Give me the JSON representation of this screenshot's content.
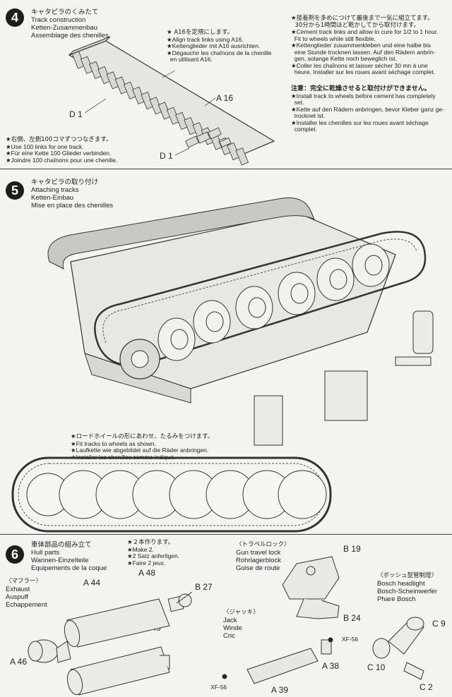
{
  "step4": {
    "number": "4",
    "title_jp": "キャタピラのくみたて",
    "title_en": "Track construction",
    "title_de": "Ketten-Zusammenbau",
    "title_fr": "Assemblage des chenilles",
    "note_a16": [
      "★ A16を定規にします。",
      "★Align track links using A16.",
      "★Kettenglieder mit A16 ausrichten.",
      "★Dégauchir les chaînons de la chenille",
      "  en utilisant A16."
    ],
    "note_right": [
      "★接着剤を多めにつけて最後まで一気に組立てます。",
      "  30分から1時間ほど乾かしてから取付けます。",
      "★Cement track links and allow to cure for 1/2 to 1 hour.",
      "  Fit to wheels while still flexible.",
      "★Kettenglieder zusammenkleben und eine halbe bis",
      "  eine Stunde trocknen lassen. Auf den Rädern anbrin-",
      "  gen, solange Kette noch beweglich ist.",
      "★Coller les chaînons et laisser sécher 30 mn à une",
      "  heure. Installer sur les roues avant séchage complet."
    ],
    "caution_title": "注意：完全に乾燥させると取付けができません。",
    "caution": [
      "★Install track to wheels before cement has completely",
      "  set.",
      "★Kette auf den Rädern anbringen, bevor Kleber ganz ge-",
      "  trocknet ist.",
      "★Installer les chenilles sur les roues avant séchage",
      "  complet."
    ],
    "note_links": [
      "★右側、左側100コマずつつなぎます。",
      "★Use 100 links for one track.",
      "★Für eine Kette 100 Glieder verbinden.",
      "★Joindre 100 chaînons pour une chenille."
    ],
    "labels": {
      "d1_left": "D 1",
      "a16": "A 16",
      "d1_bottom": "D 1"
    }
  },
  "step5": {
    "number": "5",
    "title_jp": "キャタピラの取り付け",
    "title_en": "Attaching tracks",
    "title_de": "Ketten-Einbau",
    "title_fr": "Mise en place des chenilles",
    "note": [
      "★ロードホイールの形にあわせ、たるみをつけます。",
      "★Fit tracks to wheels as shown.",
      "★Laufkette wie abgebildet auf die Räder anbringen.",
      "★Installer les chenilles comme indiqué."
    ]
  },
  "step6": {
    "number": "6",
    "title_jp": "車体部品の組み立て",
    "title_en": "Hull parts",
    "title_de": "Wannen-Einzelteile",
    "title_fr": "Equipements de la coque",
    "make2": [
      "★２本作ります。",
      "★Make 2.",
      "★2 Satz anfertigen.",
      "★Faire 2 jeux."
    ],
    "muffler": [
      "〈マフラー〉",
      "Exhaust",
      "Auspuff",
      "Echappement"
    ],
    "travel_lock": [
      "〈トラベルロック〉",
      "Gun travel lock",
      "Rohrlagerblock",
      "Guise de route"
    ],
    "jack": [
      "〈ジャッキ〉",
      "Jack",
      "Winde",
      "Cric"
    ],
    "headlight": [
      "〈ボッシュ型管制燈〉",
      "Bosch headlight",
      "Bosch-Scheinwerfer",
      "Phare Bosch"
    ],
    "labels": {
      "a48": "A 48",
      "a44": "A 44",
      "b27": "B 27",
      "a49": "A 49",
      "a46": "A 46",
      "b19": "B 19",
      "b24": "B 24",
      "xf56a": "XF-56",
      "a38": "A 38",
      "a39": "A 39",
      "xf56b": "XF-56",
      "c9": "C 9",
      "c10": "C 10",
      "c2": "C 2"
    }
  }
}
